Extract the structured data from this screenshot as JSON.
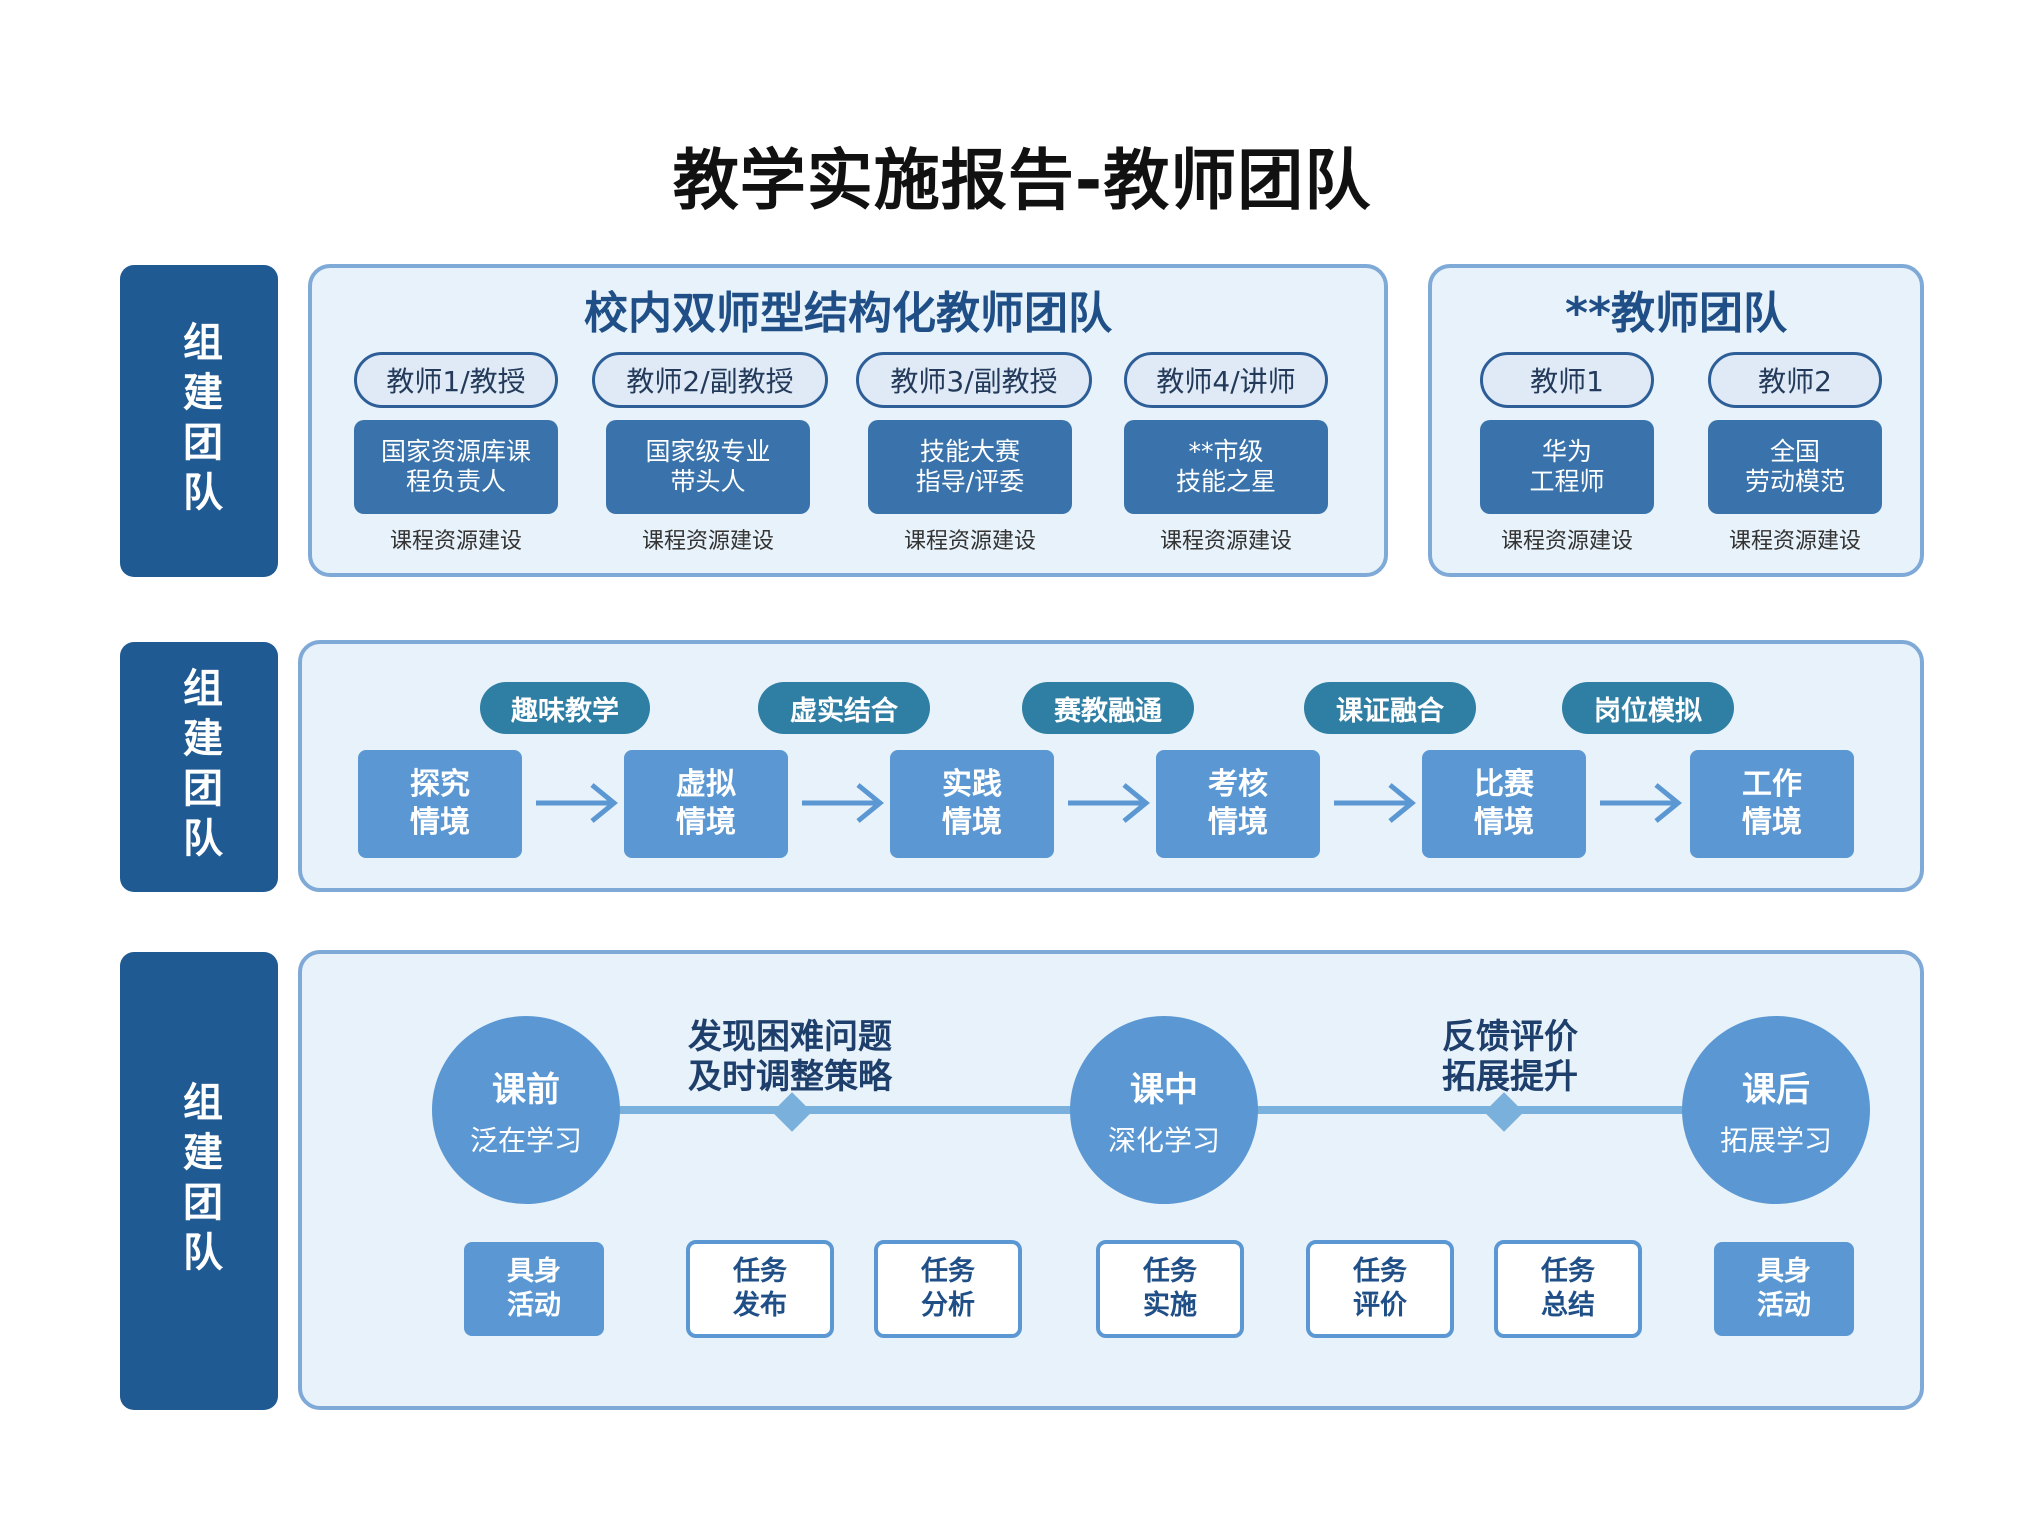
{
  "title": "教学实施报告-教师团队",
  "side_labels": [
    "组建团队",
    "组建团队",
    "组建团队"
  ],
  "team_a": {
    "title": "校内双师型结构化教师团队",
    "members": [
      {
        "pill": "教师1/教授",
        "role": "国家资源库课\n程负责人",
        "caption": "课程资源建设"
      },
      {
        "pill": "教师2/副教授",
        "role": "国家级专业\n带头人",
        "caption": "课程资源建设"
      },
      {
        "pill": "教师3/副教授",
        "role": "技能大赛\n指导/评委",
        "caption": "课程资源建设"
      },
      {
        "pill": "教师4/讲师",
        "role": "**市级\n技能之星",
        "caption": "课程资源建设"
      }
    ]
  },
  "team_b": {
    "title": "**教师团队",
    "members": [
      {
        "pill": "教师1",
        "role": "华为\n工程师",
        "caption": "课程资源建设"
      },
      {
        "pill": "教师2",
        "role": "全国\n劳动模范",
        "caption": "课程资源建设"
      }
    ]
  },
  "scenes": {
    "tags": [
      "趣味教学",
      "虚实结合",
      "赛教融通",
      "课证融合",
      "岗位模拟"
    ],
    "boxes": [
      "探究\n情境",
      "虚拟\n情境",
      "实践\n情境",
      "考核\n情境",
      "比赛\n情境",
      "工作\n情境"
    ],
    "arrow_glyph": "⟶"
  },
  "process": {
    "circles": [
      {
        "main": "课前",
        "sub": "泛在学习"
      },
      {
        "main": "课中",
        "sub": "深化学习"
      },
      {
        "main": "课后",
        "sub": "拓展学习"
      }
    ],
    "phase_labels": [
      "发现困难问题\n及时调整策略",
      "反馈评价\n拓展提升"
    ],
    "activities": [
      {
        "text": "具身\n活动",
        "style": "solid"
      },
      {
        "text": "任务\n发布",
        "style": "outline"
      },
      {
        "text": "任务\n分析",
        "style": "outline"
      },
      {
        "text": "任务\n实施",
        "style": "outline"
      },
      {
        "text": "任务\n评价",
        "style": "outline"
      },
      {
        "text": "任务\n总结",
        "style": "outline"
      },
      {
        "text": "具身\n活动",
        "style": "solid"
      }
    ]
  },
  "colors": {
    "navy": "#1f5a93",
    "panel_bg": "#e8f2fa",
    "panel_border": "#7fa9d6",
    "role_box": "#3a73ab",
    "scene_blue": "#5b98d3",
    "tag_teal": "#2f7ea3"
  }
}
